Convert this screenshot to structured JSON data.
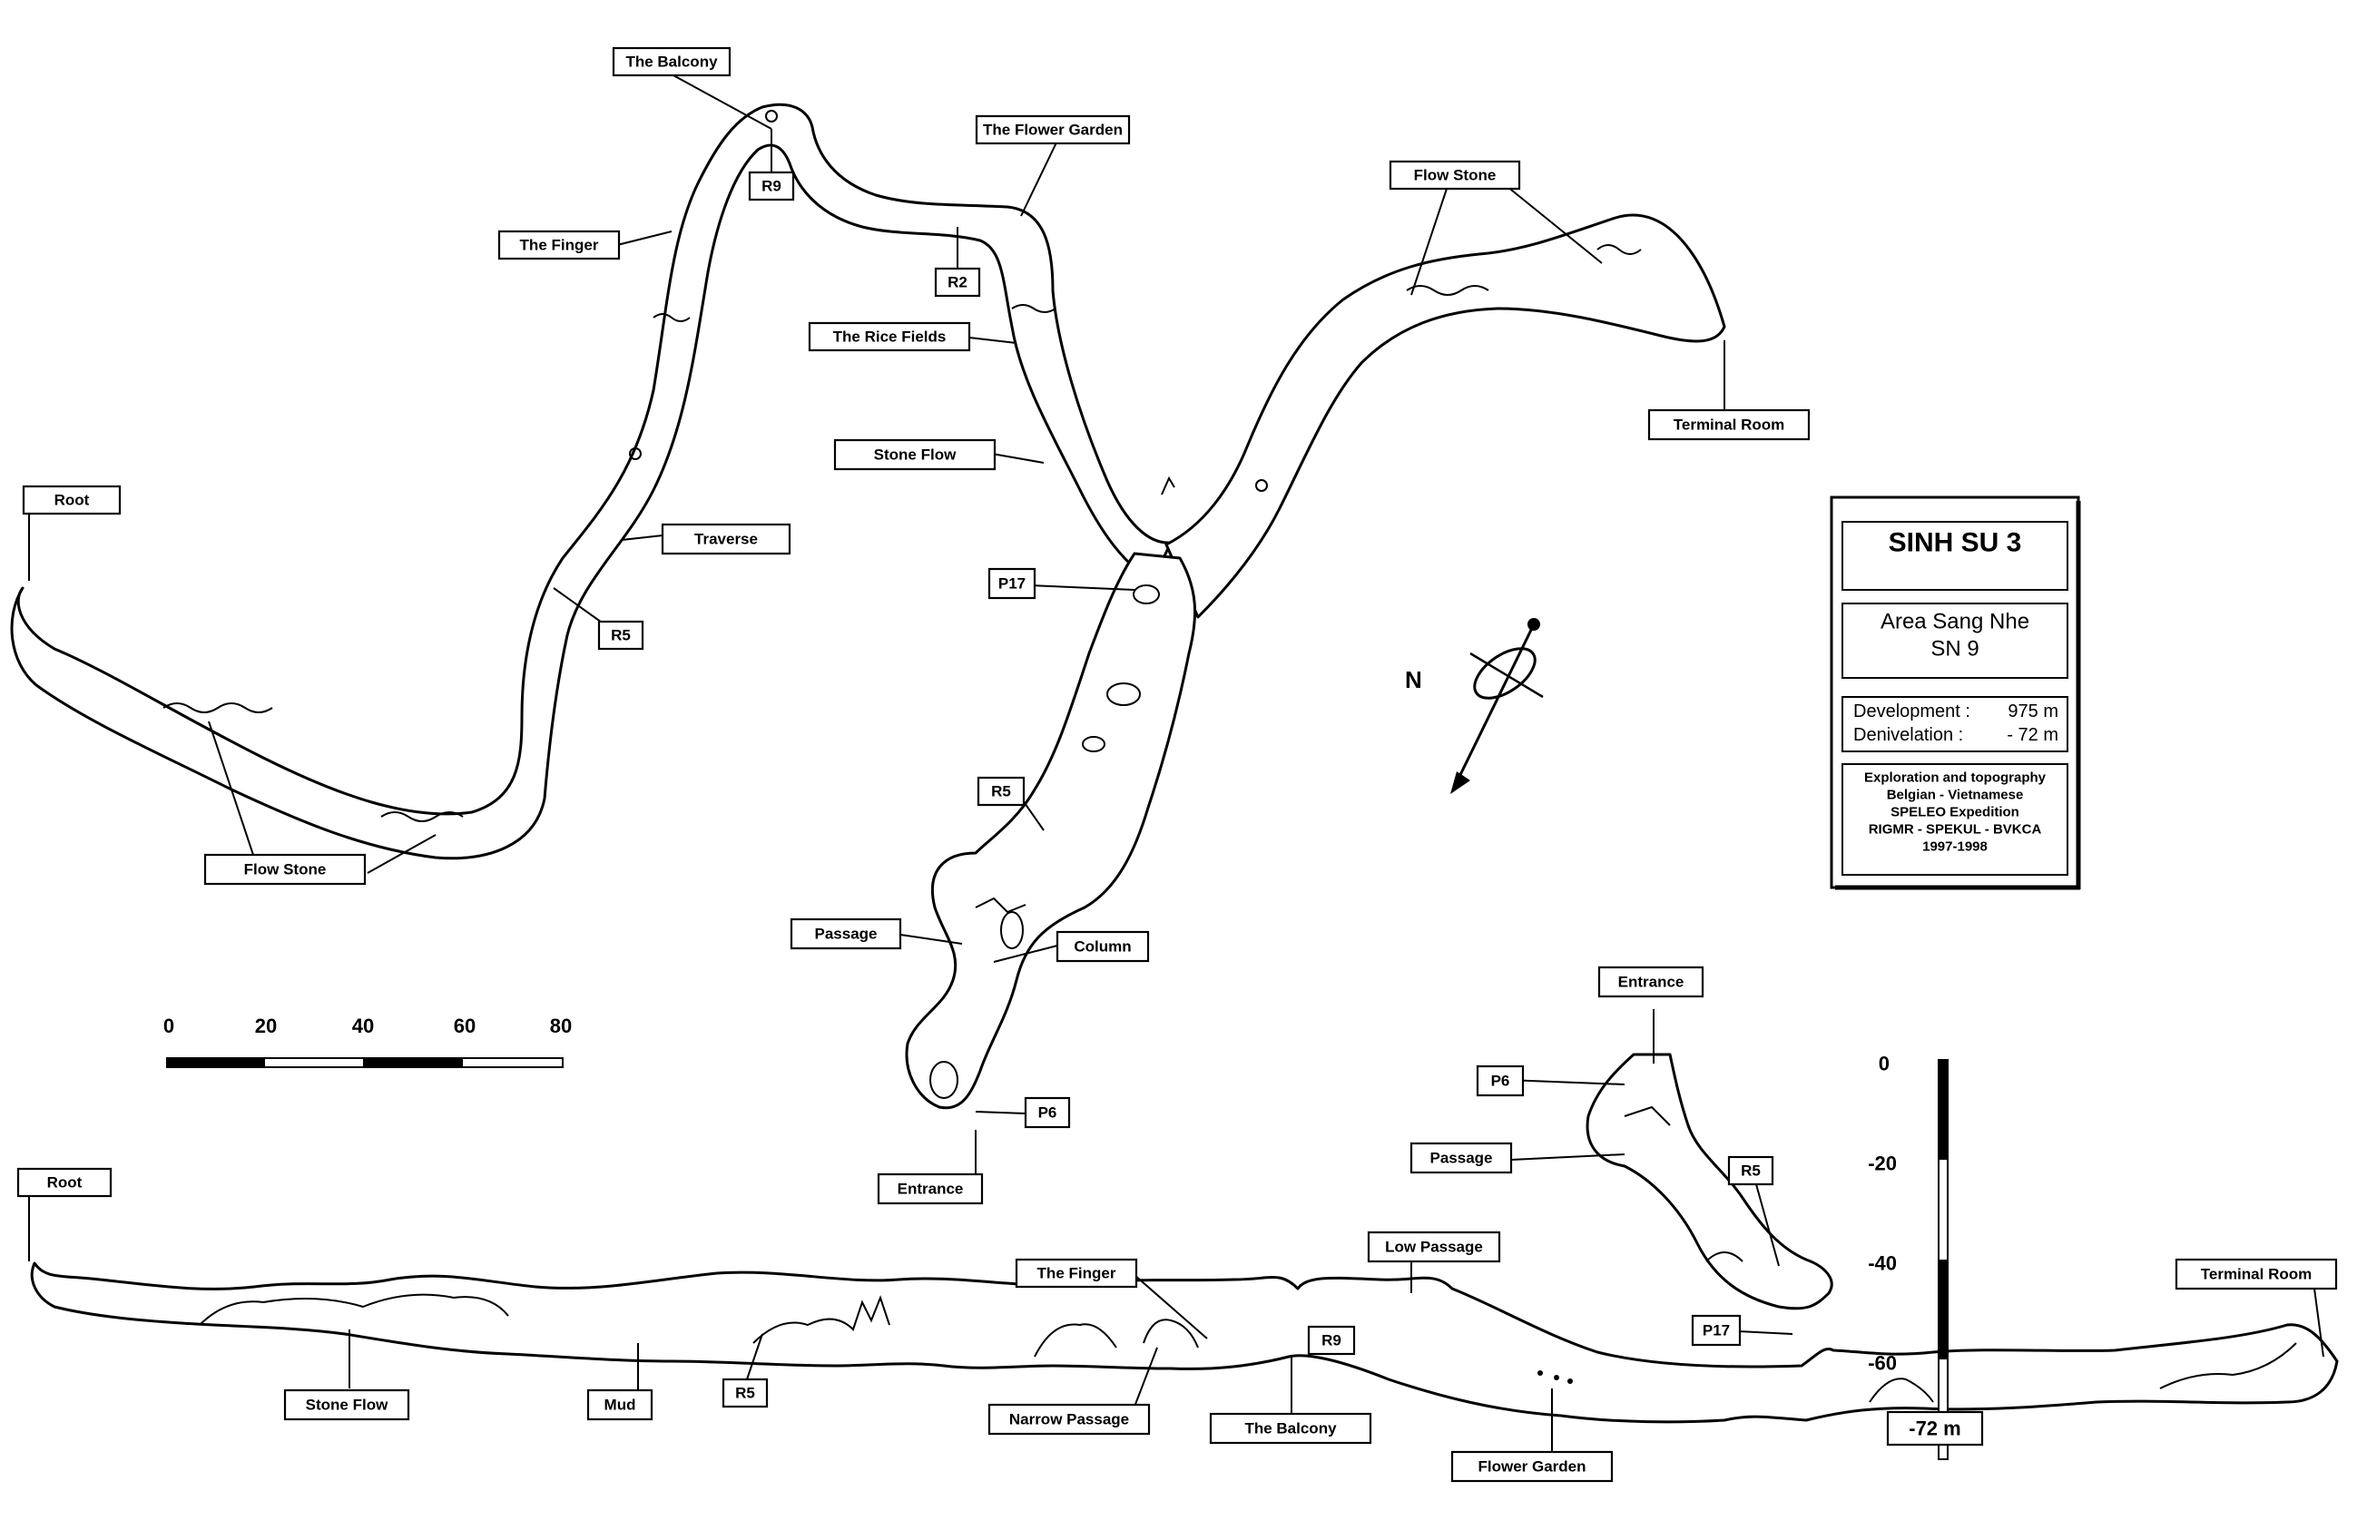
{
  "plan_labels": [
    {
      "id": "the-balcony",
      "text": "The Balcony"
    },
    {
      "id": "r9",
      "text": "R9"
    },
    {
      "id": "the-flower-garden",
      "text": "The Flower Garden"
    },
    {
      "id": "the-finger",
      "text": "The Finger"
    },
    {
      "id": "r2",
      "text": "R2"
    },
    {
      "id": "the-rice-fields",
      "text": "The Rice Fields"
    },
    {
      "id": "flow-stone-east",
      "text": "Flow Stone"
    },
    {
      "id": "terminal-room",
      "text": "Terminal Room"
    },
    {
      "id": "root",
      "text": "Root"
    },
    {
      "id": "traverse",
      "text": "Traverse"
    },
    {
      "id": "stone-flow",
      "text": "Stone Flow"
    },
    {
      "id": "r5-west",
      "text": "R5"
    },
    {
      "id": "p17",
      "text": "P17"
    },
    {
      "id": "flow-stone-west",
      "text": "Flow Stone"
    },
    {
      "id": "r5-central",
      "text": "R5"
    },
    {
      "id": "passage",
      "text": "Passage"
    },
    {
      "id": "column",
      "text": "Column"
    },
    {
      "id": "p6",
      "text": "P6"
    },
    {
      "id": "entrance",
      "text": "Entrance"
    }
  ],
  "profile_labels": [
    {
      "id": "root",
      "text": "Root"
    },
    {
      "id": "stone-flow",
      "text": "Stone Flow"
    },
    {
      "id": "mud",
      "text": "Mud"
    },
    {
      "id": "r5",
      "text": "R5"
    },
    {
      "id": "the-finger",
      "text": "The Finger"
    },
    {
      "id": "narrow-passage",
      "text": "Narrow Passage"
    },
    {
      "id": "low-passage",
      "text": "Low Passage"
    },
    {
      "id": "r9",
      "text": "R9"
    },
    {
      "id": "the-balcony",
      "text": "The Balcony"
    },
    {
      "id": "flower-garden",
      "text": "Flower Garden"
    },
    {
      "id": "entrance",
      "text": "Entrance"
    },
    {
      "id": "p6",
      "text": "P6"
    },
    {
      "id": "passage",
      "text": "Passage"
    },
    {
      "id": "r5-lower",
      "text": "R5"
    },
    {
      "id": "p17",
      "text": "P17"
    },
    {
      "id": "terminal-room",
      "text": "Terminal Room"
    }
  ],
  "north": {
    "label": "N",
    "icon": "north-arrow-icon"
  },
  "scale_bar": {
    "ticks": [
      "0",
      "20",
      "40",
      "60",
      "80"
    ],
    "max_m": 80
  },
  "depth_scale": {
    "ticks": [
      "0",
      "-20",
      "-40",
      "-60"
    ],
    "max_depth_text": "-72 m"
  },
  "info_box": {
    "title": "SINH SU 3",
    "area": "Area Sang Nhe",
    "code": "SN 9",
    "development_label": "Development :",
    "development_value": "975 m",
    "denivelation_label": "Denivelation :",
    "denivelation_value": "- 72 m",
    "credits": [
      "Exploration and topography",
      "Belgian - Vietnamese",
      "SPELEO Expedition",
      "RIGMR - SPEKUL - BVKCA",
      "1997-1998"
    ]
  }
}
